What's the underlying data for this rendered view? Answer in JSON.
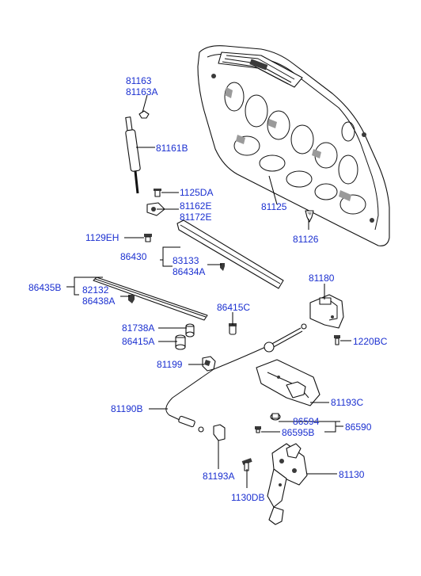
{
  "labels": {
    "l81163": "81163",
    "l81163A": "81163A",
    "l81161B": "81161B",
    "l1125DA": "1125DA",
    "l81162E": "81162E",
    "l81172E": "81172E",
    "l81125": "81125",
    "l81126": "81126",
    "l1129EH": "1129EH",
    "l86430": "86430",
    "l83133": "83133",
    "l86434A": "86434A",
    "l86435B": "86435B",
    "l82132": "82132",
    "l86438A": "86438A",
    "l81180": "81180",
    "l86415C": "86415C",
    "l1220BC": "1220BC",
    "l81738A": "81738A",
    "l86415A": "86415A",
    "l81199": "81199",
    "l81193C": "81193C",
    "l81190B": "81190B",
    "l86594": "86594",
    "l86590": "86590",
    "l86595B": "86595B",
    "l81193A": "81193A",
    "l81130": "81130",
    "l1130DB": "1130DB"
  }
}
